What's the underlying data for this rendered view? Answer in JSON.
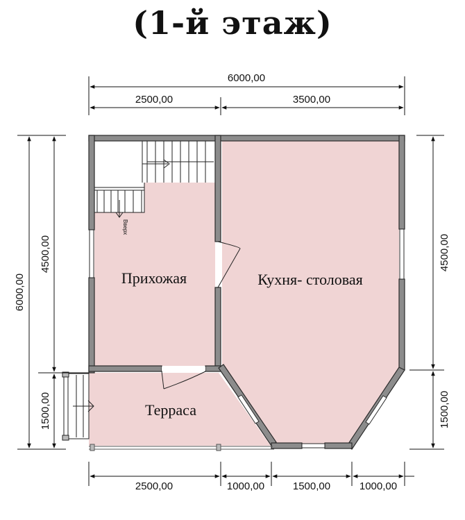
{
  "title": "(1-й этаж)",
  "rooms": {
    "hall": "Прихожая",
    "kitchen": "Кухня- столовая",
    "terrace": "Терраса"
  },
  "stairs_label": "Вверх",
  "dimensions": {
    "top_total": "6000,00",
    "top_left": "2500,00",
    "top_right": "3500,00",
    "left_total": "6000,00",
    "left_upper": "4500,00",
    "left_lower": "1500,00",
    "right_upper": "4500,00",
    "right_lower": "1500,00",
    "bottom_1": "2500,00",
    "bottom_2": "1000,00",
    "bottom_3": "1500,00",
    "bottom_4": "1000,00"
  },
  "colors": {
    "floor": "#f0d4d4",
    "wall": "#8c8c8c",
    "wall_stroke": "#2a2a2a"
  }
}
